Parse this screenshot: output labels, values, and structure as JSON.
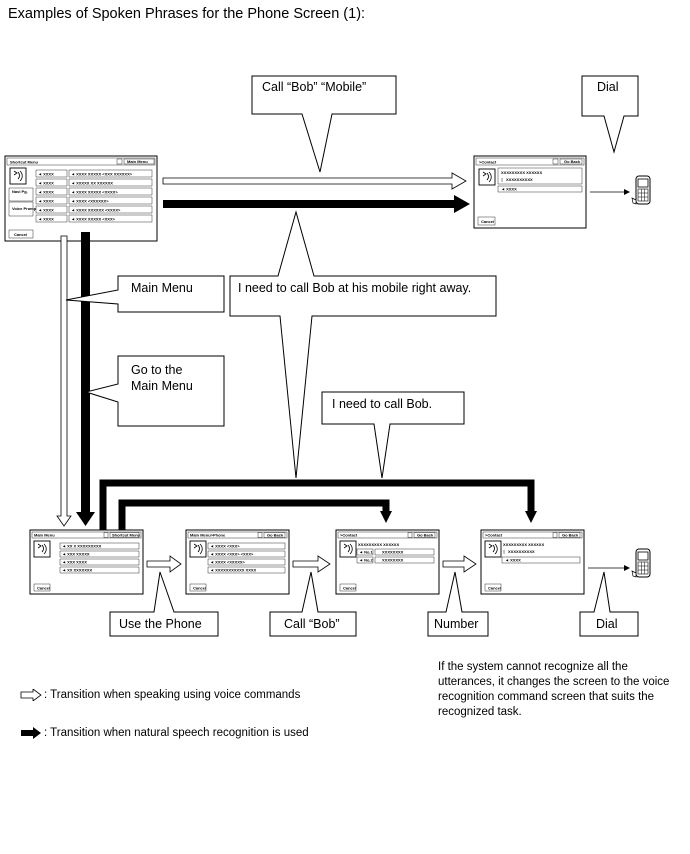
{
  "title": "Examples of Spoken Phrases for the Phone Screen (1):",
  "callouts": {
    "call_bob_mobile": "Call “Bob” “Mobile”",
    "dial_top": "Dial",
    "main_menu": "Main Menu",
    "go_to_main_menu_l1": "Go to the",
    "go_to_main_menu_l2": "Main Menu",
    "natural_sentence": "I need to call Bob at his mobile right away.",
    "need_call_bob": "I need to call Bob.",
    "use_phone": "Use the Phone",
    "call_bob": "Call “Bob”",
    "number": "Number",
    "dial_bottom": "Dial"
  },
  "screens": {
    "shortcut": {
      "title": "Shortcut Menu",
      "right_button": "Main Menu",
      "side_buttons": [
        "Navi Pg.",
        "Voice Prompts",
        "Cancel"
      ],
      "left_codes": [
        "◄ XXXX",
        "◄ XXXX",
        "◄ XXXX",
        "◄ XXXX",
        "◄ XXXX",
        "◄ XXXX"
      ],
      "items": [
        "◄ XXXX XXXXX <XXX XXXXXX>",
        "◄ XXXXX XX XXXXXX",
        "◄ XXXX XXXXX <XXXX>",
        "◄ XXXX <XXXXXX>",
        "◄ XXXX XXXXXX <XXXX>",
        "◄ XXXX XXXXX <XXX>"
      ]
    },
    "contact_top": {
      "title": ">Contact",
      "right_button": "Go Back",
      "lines": [
        "XXXXXXXXX XXXXXX",
        "XXXXXXXXXX"
      ],
      "item": "◄ XXXX",
      "cancel": "Cancel"
    },
    "main_menu": {
      "title": "Main Menu",
      "right_button": "Shortcut Menu",
      "items": [
        "◄ XX X XXXXXXXXX",
        "◄ XXX XXXXX",
        "◄ XXX XXXX",
        "◄ XX XXXXXXX"
      ],
      "cancel": "Cancel"
    },
    "phone": {
      "title": "Main Menu>Phone",
      "right_button": "Go Back",
      "items": [
        "◄ XXXX <XXX>",
        "◄ XXXX <XXX> <XXX>",
        "◄ XXXX <XXXXX>",
        "◄ XXXXXXXXXXX XXXX"
      ],
      "cancel": "Cancel"
    },
    "contact_numbers": {
      "title": ">Contact",
      "right_button": "Go Back",
      "line": "XXXXXXXXX XXXXXX",
      "numbers": [
        "◄ No.1",
        "◄ No.2"
      ],
      "values": [
        "XXXXXXXX",
        "XXXXXXXX"
      ],
      "cancel": "Cancel"
    },
    "contact_final": {
      "title": ">Contact",
      "right_button": "Go Back",
      "lines": [
        "XXXXXXXXX XXXXXX",
        "XXXXXXXXXX"
      ],
      "item": "◄ XXXX",
      "cancel": "Cancel"
    }
  },
  "note": "If the system cannot recognize all the utterances, it changes the screen to the voice recognition command screen that suits the recognized task.",
  "legend": {
    "voice": ": Transition when speaking using voice commands",
    "natural": ": Transition when natural speech recognition is used"
  }
}
